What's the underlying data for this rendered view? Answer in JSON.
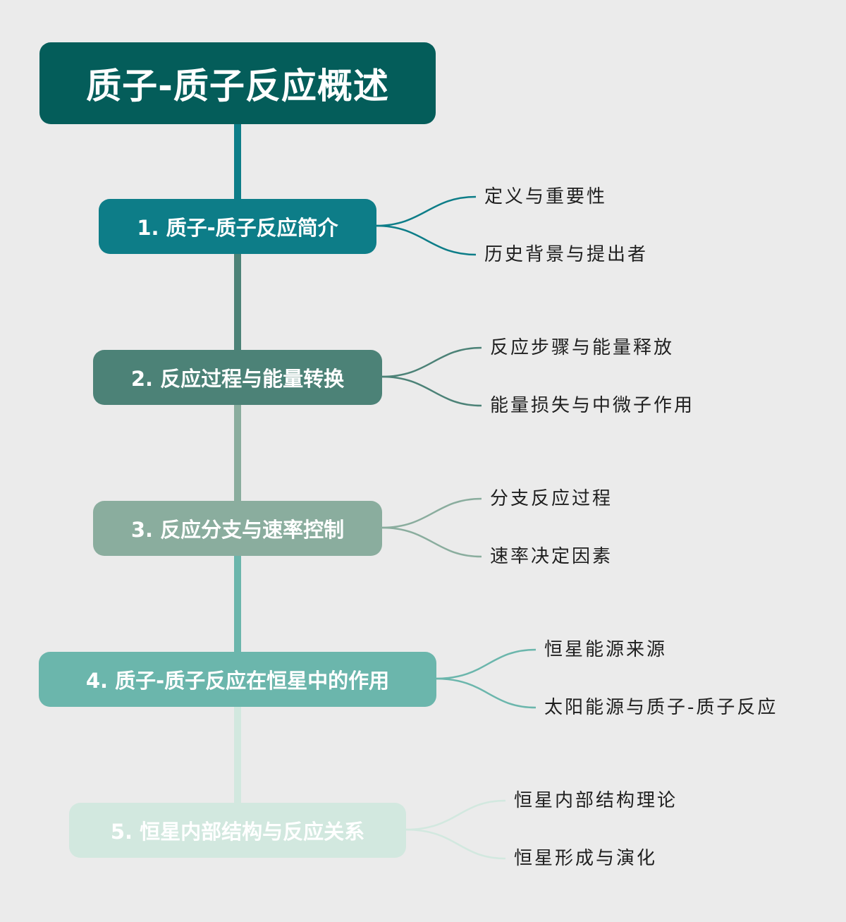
{
  "root": {
    "title": "质子-质子反应概述",
    "color": "#045d5a"
  },
  "branches": [
    {
      "label": "1. 质子-质子反应简介",
      "color": "#0d7d88",
      "children": [
        "定义与重要性",
        "历史背景与提出者"
      ]
    },
    {
      "label": "2. 反应过程与能量转换",
      "color": "#4c8277",
      "children": [
        "反应步骤与能量释放",
        "能量损失与中微子作用"
      ]
    },
    {
      "label": "3. 反应分支与速率控制",
      "color": "#8aad9e",
      "children": [
        "分支反应过程",
        "速率决定因素"
      ]
    },
    {
      "label": "4. 质子-质子反应在恒星中的作用",
      "color": "#6bb6ac",
      "children": [
        "恒星能源来源",
        "太阳能源与质子-质子反应"
      ]
    },
    {
      "label": "5. 恒星内部结构与反应关系",
      "color": "#d2e8df",
      "children": [
        "恒星内部结构理论",
        "恒星形成与演化"
      ]
    }
  ]
}
